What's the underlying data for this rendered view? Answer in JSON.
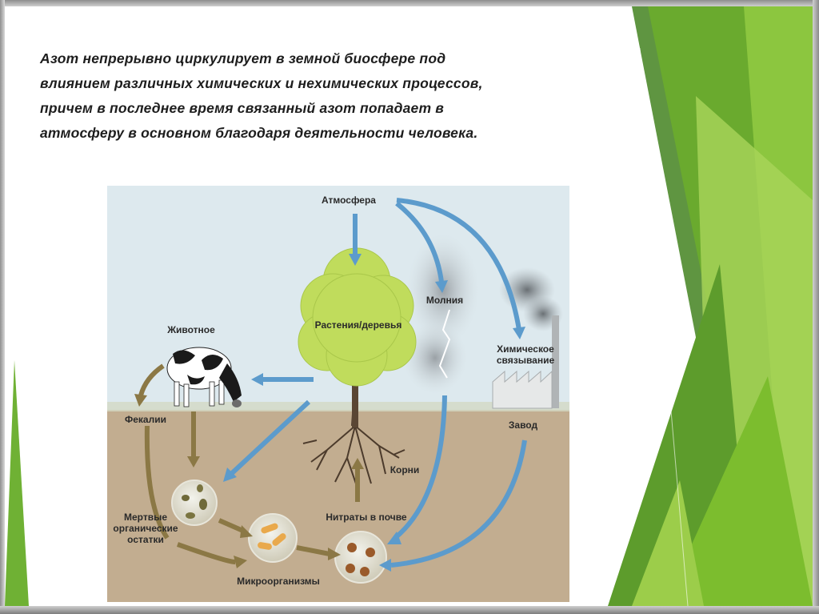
{
  "slide": {
    "intro_lines": [
      "Азот непрерывно циркулирует в земной биосфере под",
      "влиянием  различных химических и нехимических процессов,",
      "причем  в последнее время связанный азот попадает в",
      "атмосферу в основном  благодаря деятельности человека."
    ]
  },
  "diagram": {
    "labels": {
      "atmosphere": "Атмосфера",
      "lightning": "Молния",
      "plants": "Растения/деревья",
      "animal": "Животное",
      "chemical_fixation_line1": "Химическое",
      "chemical_fixation_line2": "связывание",
      "factory": "Завод",
      "feces": "Фекалии",
      "roots": "Корни",
      "nitrates": "Нитраты в почве",
      "dead_remains_line1": "Мертвые",
      "dead_remains_line2": "органические",
      "dead_remains_line3": "остатки",
      "microorganisms": "Микроорганизмы"
    },
    "colors": {
      "sky": "#dde9ee",
      "soil": "#c2ad90",
      "atmosphere_arrow": "#5c9bcc",
      "soil_arrow": "#8b7845",
      "tree_crown": "#c0dc5c"
    }
  },
  "theme": {
    "accent_greens": [
      "#76b82a",
      "#5aa02c",
      "#9ccd4a",
      "#4e8a2c"
    ]
  }
}
